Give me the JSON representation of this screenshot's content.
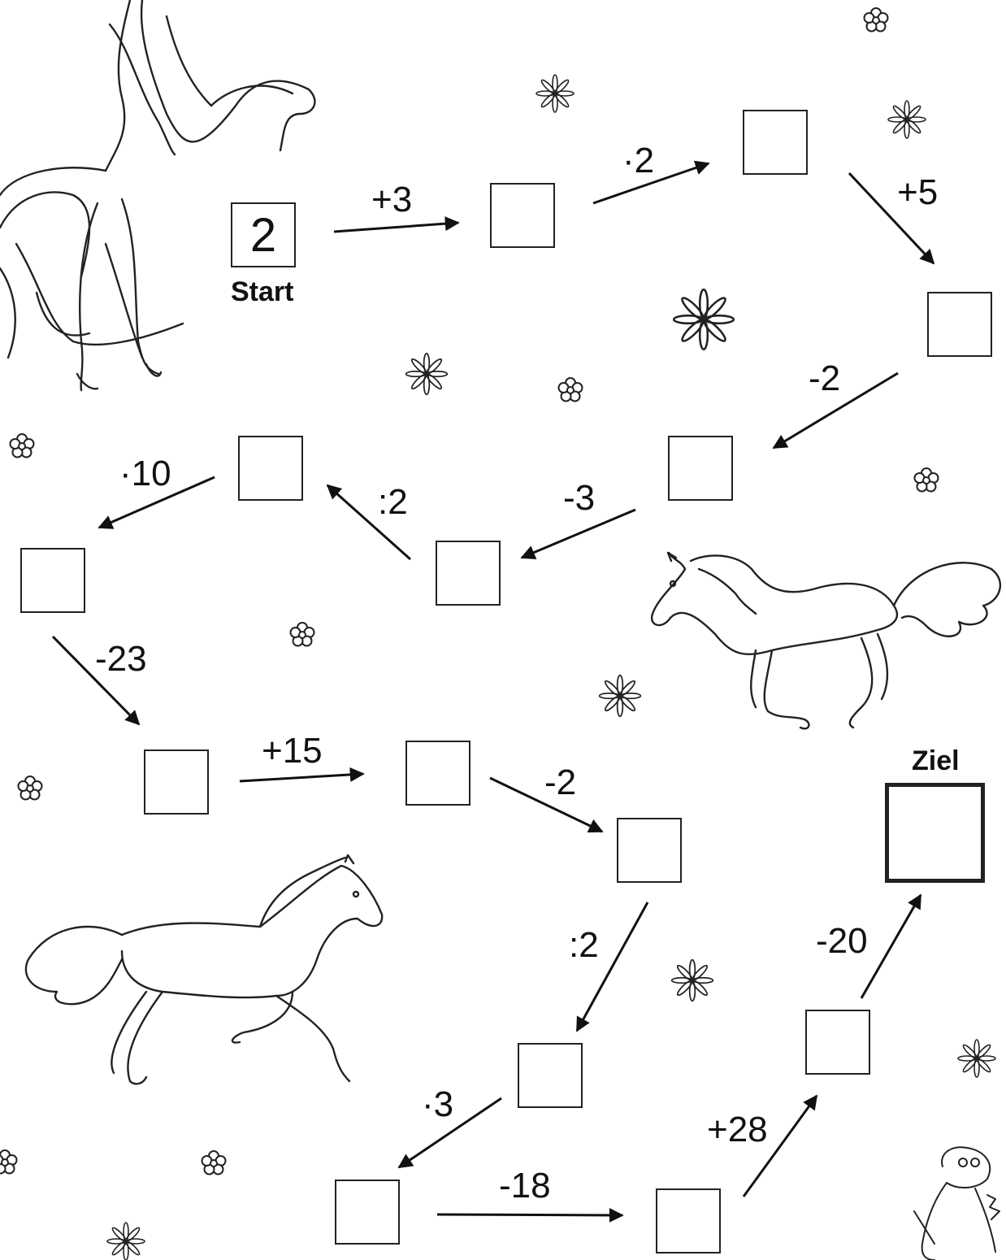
{
  "worksheet": {
    "start_label": "Start",
    "goal_label": "Ziel",
    "start_value": "2",
    "operations": [
      "+3",
      "·2",
      "+5",
      "-2",
      "-3",
      ":2",
      "·10",
      "-23",
      "+15",
      "-2",
      ":2",
      "·3",
      "-18",
      "+28",
      "-20"
    ],
    "decorations": {
      "illustrations": [
        "rearing-horse-drawing",
        "galloping-horse-drawing",
        "running-horse-drawing",
        "dragon-mascot-drawing"
      ],
      "icons": [
        "flower-icon",
        "starburst-flower-icon"
      ]
    },
    "colors": {
      "ink": "#111111",
      "paper": "#ffffff"
    }
  }
}
